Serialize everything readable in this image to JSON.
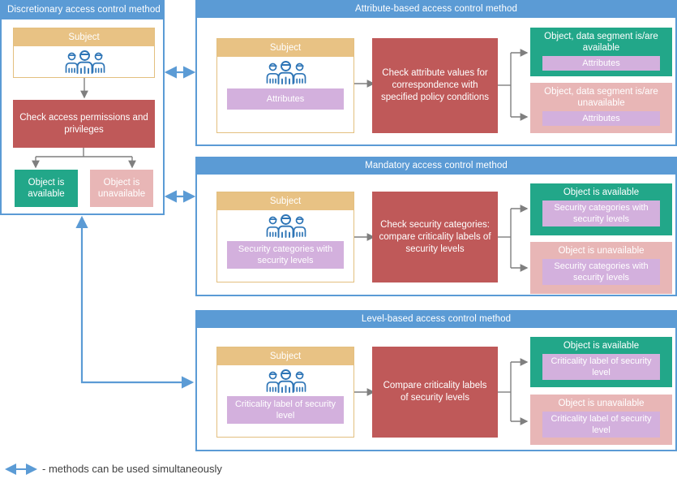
{
  "diagram": {
    "legend": {
      "icon": "double-arrow-icon",
      "text": "- methods can be used simultaneously"
    },
    "colors": {
      "panel_blue": "#5b9bd5",
      "subject_amber": "#e8c284",
      "process_red": "#bf5959",
      "available_green": "#22a789",
      "unavailable_pink": "#e8b6b6",
      "chip_lavender": "#d3b0dd",
      "arrow_gray": "#7f7f7f"
    },
    "panels": [
      {
        "id": "discretionary",
        "title": "Discretionary access control method",
        "subject": {
          "title": "Subject",
          "icon": "people-group-icon",
          "chip": null
        },
        "process": "Check access permissions and privileges",
        "results": [
          {
            "label": "Object is available",
            "chip": null,
            "state": "available"
          },
          {
            "label": "Object is unavailable",
            "chip": null,
            "state": "unavailable"
          }
        ]
      },
      {
        "id": "attribute-based",
        "title": "Attribute-based access control method",
        "subject": {
          "title": "Subject",
          "icon": "people-group-icon",
          "chip": "Attributes"
        },
        "process": "Check attribute values for correspondence with specified policy conditions",
        "results": [
          {
            "label": "Object, data segment is/are available",
            "chip": "Attributes",
            "state": "available"
          },
          {
            "label": "Object, data segment is/are unavailable",
            "chip": "Attributes",
            "state": "unavailable"
          }
        ]
      },
      {
        "id": "mandatory",
        "title": "Mandatory access control method",
        "subject": {
          "title": "Subject",
          "icon": "people-group-icon",
          "chip": "Security categories with security levels"
        },
        "process": "Check security categories: compare criticality labels of security levels",
        "results": [
          {
            "label": "Object is available",
            "chip": "Security categories with security levels",
            "state": "available"
          },
          {
            "label": "Object is unavailable",
            "chip": "Security categories with security levels",
            "state": "unavailable"
          }
        ]
      },
      {
        "id": "level-based",
        "title": "Level-based access control method",
        "subject": {
          "title": "Subject",
          "icon": "people-group-icon",
          "chip": "Criticality label of security level"
        },
        "process": "Compare criticality labels of security levels",
        "results": [
          {
            "label": "Object is available",
            "chip": "Criticality label of security level",
            "state": "available"
          },
          {
            "label": "Object is unavailable",
            "chip": "Criticality label of security level",
            "state": "unavailable"
          }
        ]
      }
    ]
  }
}
